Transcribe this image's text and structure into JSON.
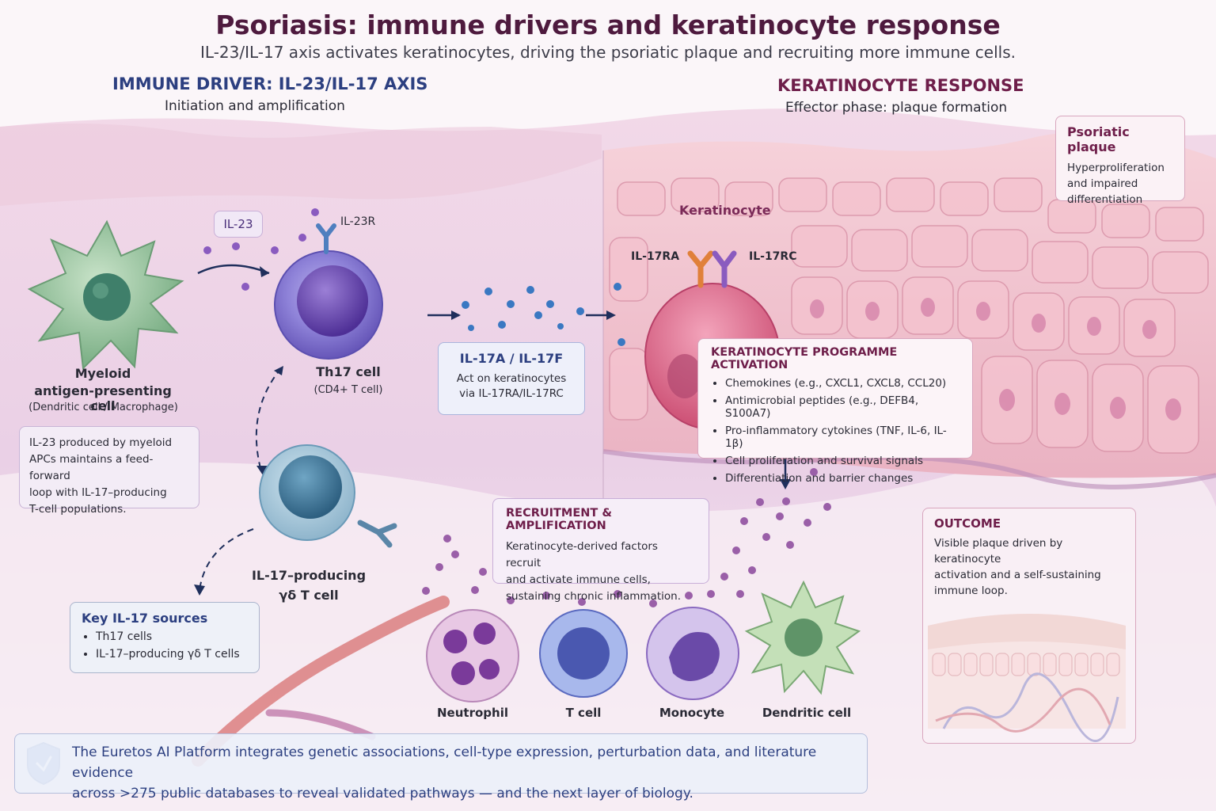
{
  "header": {
    "title": "Psoriasis: immune drivers and keratinocyte response",
    "subtitle": "IL-23/IL-17 axis activates keratinocytes, driving the psoriatic plaque and recruiting more immune cells."
  },
  "immune_driver": {
    "heading": "IMMUNE DRIVER: IL-23/IL-17 AXIS",
    "subheading": "Initiation and amplification",
    "apc": {
      "name_line1": "Myeloid",
      "name_line2": "antigen-presenting cell",
      "type": "(Dendritic cell / Macrophage)"
    },
    "apc_note": {
      "line1": "IL-23 produced by myeloid",
      "line2": "APCs maintains a feed-forward",
      "line3": "loop with IL-17–producing",
      "line4": "T-cell populations."
    },
    "il23_tag": "IL-23",
    "il23r_label": "IL-23R",
    "th17": {
      "name": "Th17 cell",
      "type": "(CD4+ T cell)"
    },
    "gd_t": {
      "name_line1": "IL-17–producing",
      "name_line2": "γδ T cell"
    },
    "il17_box": {
      "title": "IL-17A / IL-17F",
      "line1": "Act on keratinocytes",
      "line2": "via IL-17RA/IL-17RC"
    },
    "sources_box": {
      "title": "Key IL-17 sources",
      "items": [
        "Th17 cells",
        "IL-17–producing γδ T cells"
      ]
    }
  },
  "keratinocyte_response": {
    "heading": "KERATINOCYTE RESPONSE",
    "subheading": "Effector phase: plaque formation",
    "keratinocyte_label": "Keratinocyte",
    "receptor_a": "IL-17RA",
    "receptor_c": "IL-17RC",
    "plaque_box": {
      "title": "Psoriatic plaque",
      "line1": "Hyperproliferation",
      "line2": "and impaired",
      "line3": "differentiation"
    },
    "programme_box": {
      "title": "KERATINOCYTE PROGRAMME ACTIVATION",
      "items": [
        "Chemokines (e.g., CXCL1, CXCL8, CCL20)",
        "Antimicrobial peptides (e.g., DEFB4, S100A7)",
        "Pro-inflammatory cytokines (TNF, IL-6, IL-1β)",
        "Cell proliferation and survival signals",
        "Differentiation and barrier changes"
      ]
    },
    "recruitment_box": {
      "title": "RECRUITMENT & AMPLIFICATION",
      "line1": "Keratinocyte-derived factors recruit",
      "line2": "and activate immune cells,",
      "line3": "sustaining chronic inflammation."
    },
    "outcome_box": {
      "title": "OUTCOME",
      "line1": "Visible plaque driven by keratinocyte",
      "line2": "activation and a self-sustaining",
      "line3": "immune loop."
    },
    "recruited_cells": [
      "Neutrophil",
      "T cell",
      "Monocyte",
      "Dendritic cell"
    ]
  },
  "footer": {
    "line1": "The Euretos AI Platform integrates genetic associations, cell-type expression, perturbation data, and literature evidence",
    "line2": "across >275 public databases to reveal validated pathways — and the next layer of biology."
  },
  "icons": [
    "shield-check-icon"
  ],
  "colors": {
    "title": "#4e1a3e",
    "left_heading": "#2c3f80",
    "right_heading": "#6e1e4a",
    "th17": "#7b6bc9",
    "gd_t": "#5a8fb0",
    "keratinocyte": "#d86a8a",
    "apc": "#7fb58a"
  }
}
